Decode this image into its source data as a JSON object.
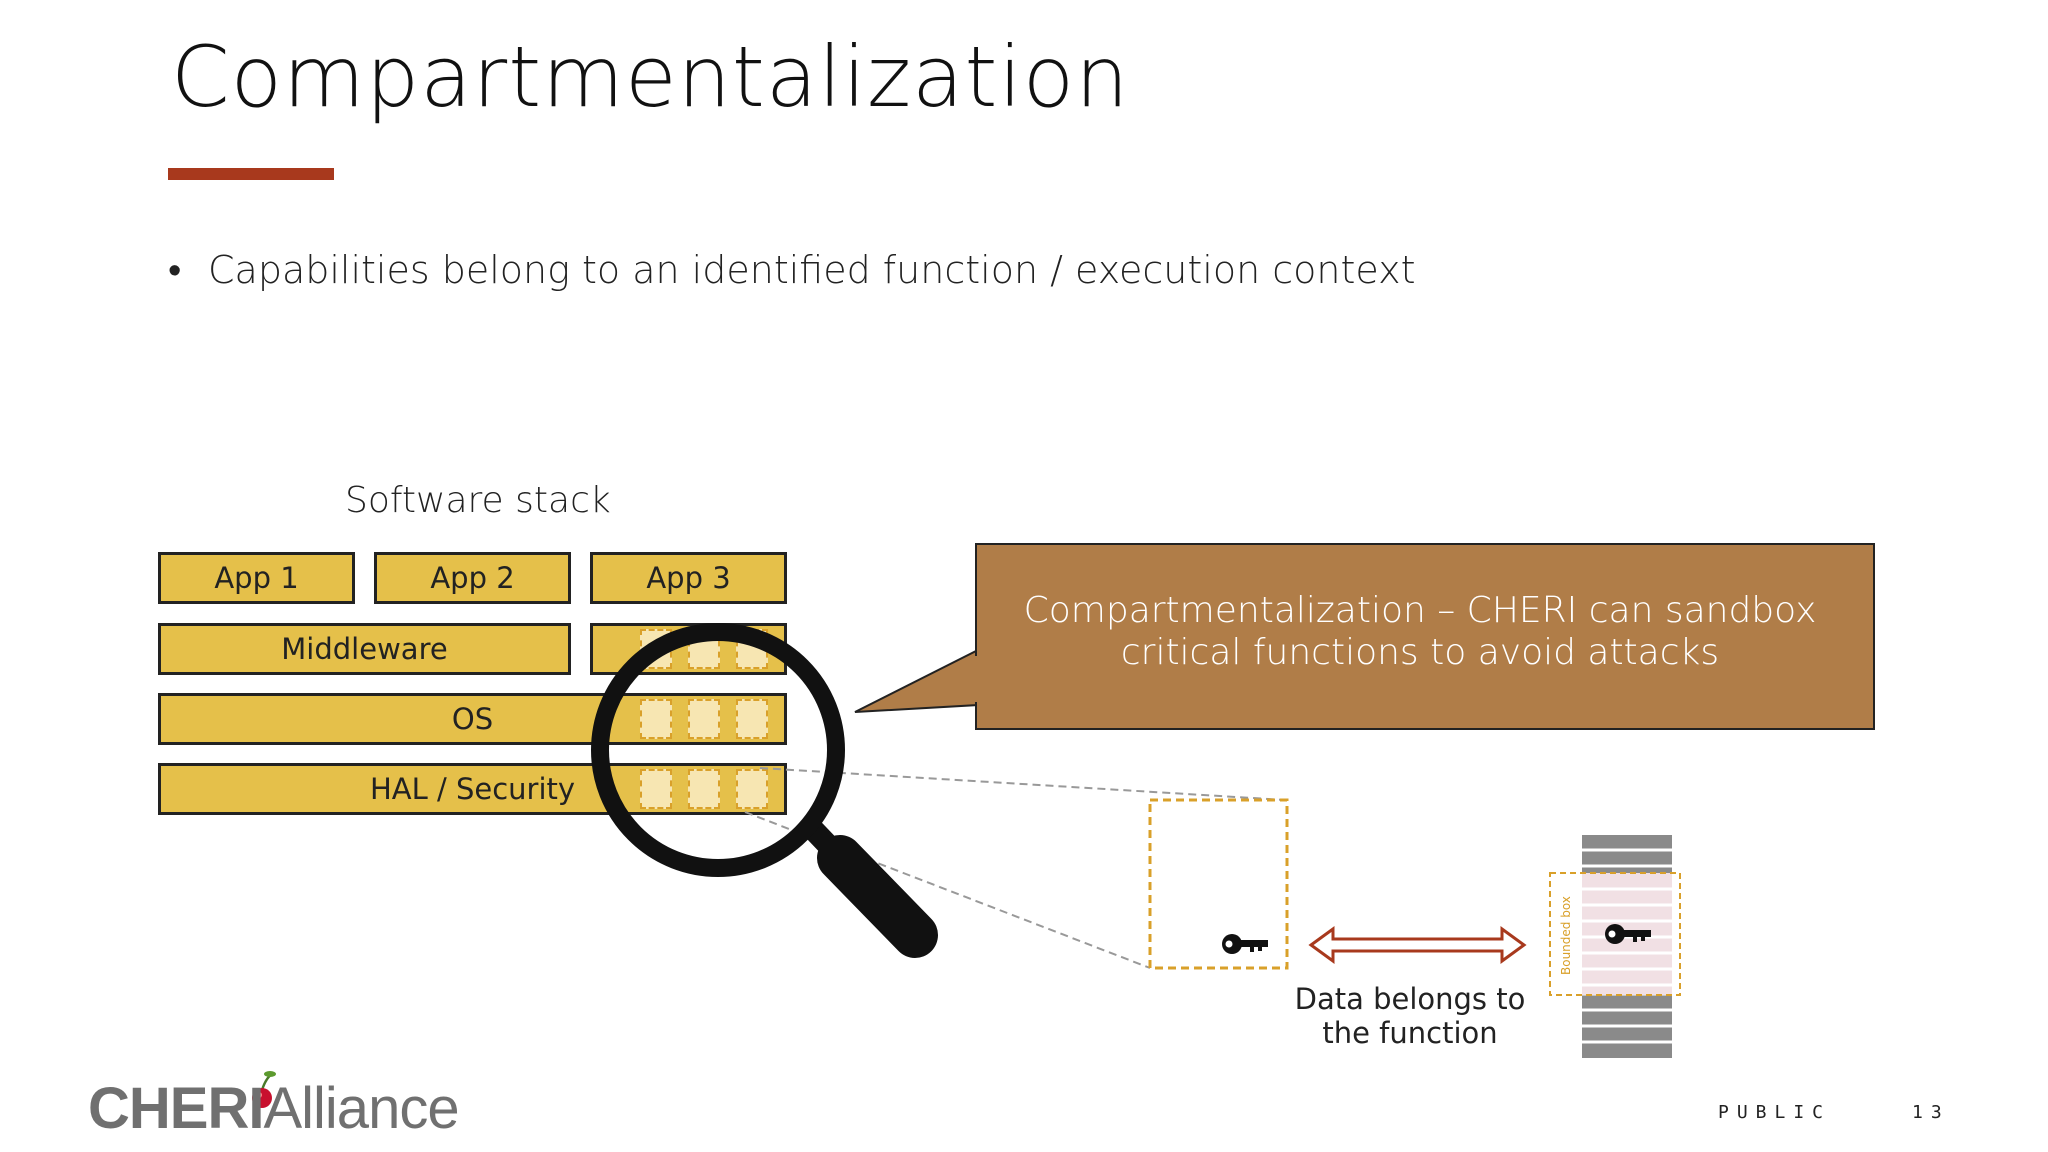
{
  "slide": {
    "title": "Compartmentalization",
    "bullet": "Capabilities belong to an identified function / execution context"
  },
  "diagram": {
    "stack_heading": "Software stack",
    "layers": {
      "app1": "App 1",
      "app2": "App 2",
      "app3": "App 3",
      "middleware": "Middleware",
      "os": "OS",
      "hal": "HAL / Security"
    },
    "callout": "Compartmentalization – CHERI can sandbox critical functions to avoid attacks",
    "caption_line1": "Data belongs to",
    "caption_line2": "the function",
    "bounded_box_label": "Bounded box",
    "icons": [
      "magnifier-icon",
      "key-icon",
      "double-arrow-icon",
      "memory-stack-icon"
    ]
  },
  "footer": {
    "logo_bold": "CHERI",
    "logo_light": "Alliance",
    "label": "PUBLIC",
    "page": "13"
  },
  "colors": {
    "accent_rule": "#a8391d",
    "layer_fill": "#e5c04a",
    "callout_fill": "#b07d48",
    "dashed_orange": "#d9a02a",
    "arrow_red": "#a8391d",
    "cherry_red": "#c8102e"
  }
}
